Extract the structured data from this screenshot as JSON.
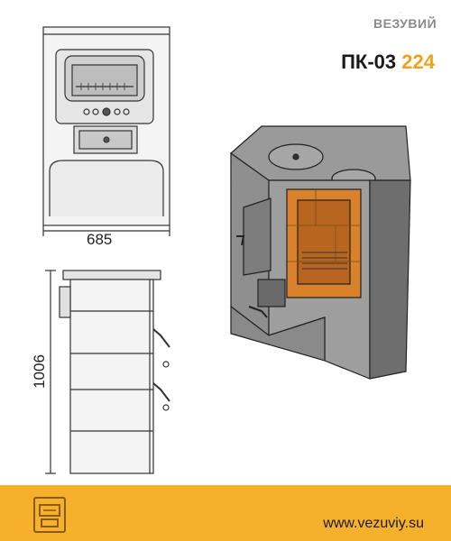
{
  "brand": {
    "name": "ВЕЗУВИЙ",
    "accent_color": "#f0a21a",
    "logo_icon": "vezuviy-logo-icon"
  },
  "product": {
    "model_prefix": "ПК-03",
    "model_number": "224"
  },
  "dimensions": {
    "width": "685",
    "height": "1006"
  },
  "footer": {
    "url": "www.vezuviy.su",
    "icon": "stove-icon",
    "background": "#f6b12c"
  },
  "colors": {
    "line": "#333333",
    "brick": "#d9822b",
    "metal": "#8c8c8c"
  }
}
